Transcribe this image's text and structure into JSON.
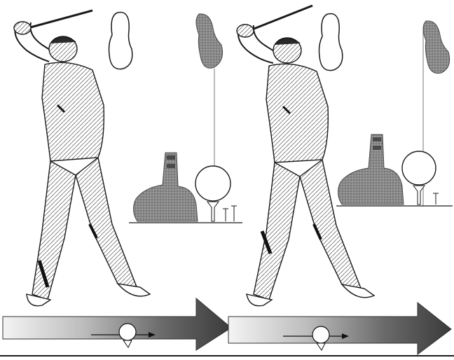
{
  "panels": [
    {
      "id": "left",
      "phase": "backswing-top",
      "arrow_direction": "right"
    },
    {
      "id": "right",
      "phase": "backswing-top",
      "arrow_direction": "right"
    }
  ],
  "icons": {
    "golfer": "golfer-figure-icon",
    "footprint_outline": "footprint-outline-icon",
    "footprint_filled": "footprint-filled-icon",
    "club_head": "club-head-icon",
    "ball_on_tee": "ball-on-tee-icon",
    "swing_arrow": "swing-direction-arrow-icon",
    "ground_ball": "ground-ball-icon"
  },
  "colors": {
    "ink": "#1a1a1a",
    "stipple": "#6e6e6e",
    "arrow_light": "#f2f2f2",
    "arrow_dark": "#3a3a3a",
    "background": "#ffffff"
  }
}
